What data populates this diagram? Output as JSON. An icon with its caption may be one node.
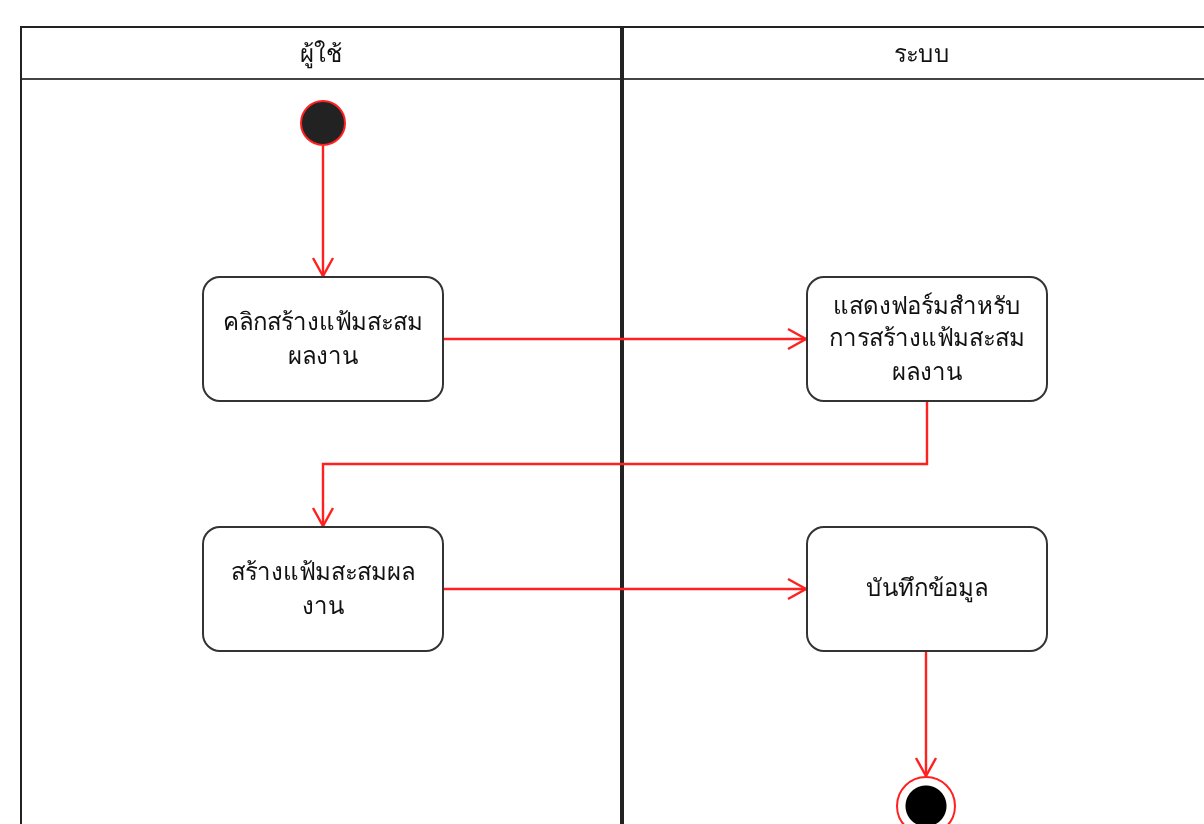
{
  "diagram": {
    "nodes": [
      {
        "text": [
          "ผู้ใช้"
        ]
      },
      {
        "text": [
          "ระบบ"
        ]
      },
      {
        "text": [],
        "shape": "circle",
        "in": 0
      },
      {
        "text": [
          "คลิกสร้างแฟ้มสะสมผลงาน"
        ],
        "in": 0
      },
      {
        "text": [
          "แสดงฟอร์มสำหรับการสร้างแฟ้มสะสมผลงาน"
        ],
        "in": 1
      },
      {
        "text": [
          "สร้างแฟ้มสะสมผลงาน"
        ],
        "in": 0
      },
      {
        "text": [
          "บันทึกข้อมูล"
        ],
        "in": 1
      },
      {
        "text": [],
        "shape": "circle",
        "in": 1
      }
    ],
    "edges": [
      {
        "from": 2,
        "to": 3,
        "arrow": "to"
      },
      {
        "from": 3,
        "to": 4,
        "arrow": "to"
      },
      {
        "from": 4,
        "to": 5,
        "arrow": "to"
      },
      {
        "from": 5,
        "to": 6,
        "arrow": "to"
      },
      {
        "from": 6,
        "to": 7,
        "arrow": "to"
      }
    ]
  }
}
